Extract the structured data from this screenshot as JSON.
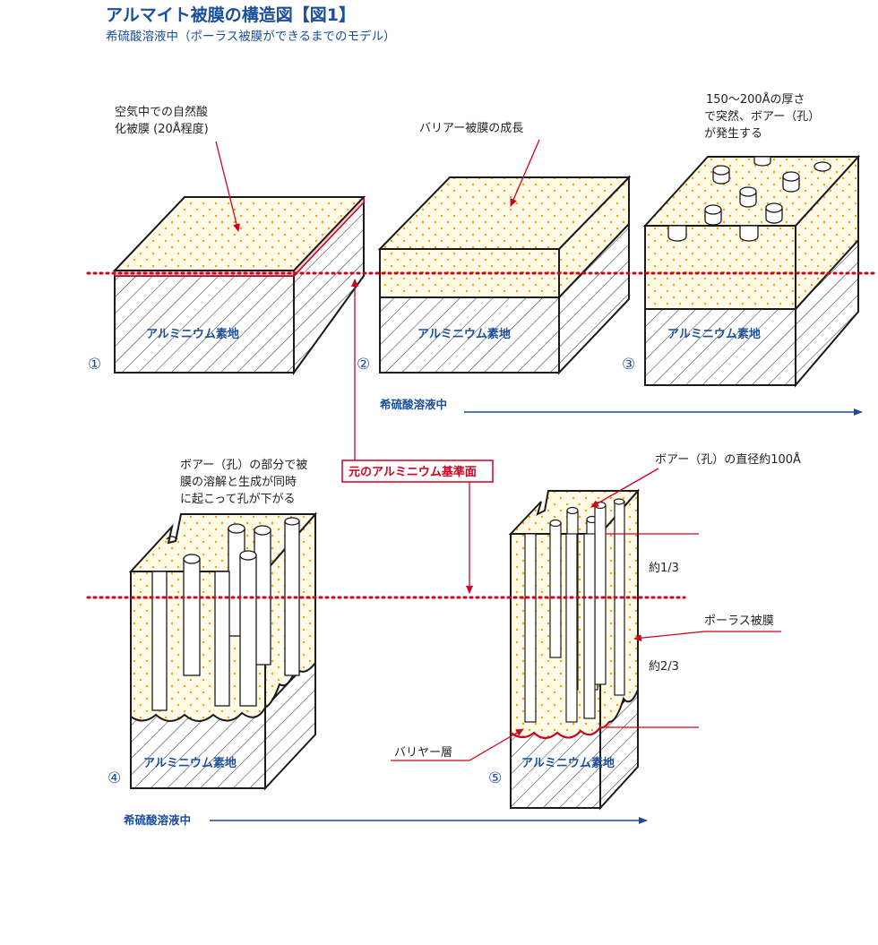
{
  "title": "アルマイト被膜の構造図【図1】",
  "subtitle": "希硫酸溶液中（ポーラス被膜ができるまでのモデル）",
  "colors": {
    "title_blue": "#1a4f9c",
    "accent_red": "#d2001f",
    "dot_orange": "#f4a300",
    "film_fill": "#fffbe6",
    "line": "#1a1a1a"
  },
  "stages": [
    {
      "number": "①",
      "base_label": "アルミニウム素地",
      "annotation_lines": [
        "空気中での自然酸",
        "化被膜 (20Å程度)"
      ]
    },
    {
      "number": "②",
      "base_label": "アルミニウム素地",
      "annotation_lines": [
        "バリアー被膜の成長"
      ]
    },
    {
      "number": "③",
      "base_label": "アルミニウム素地",
      "annotation_lines": [
        "150～200Åの厚さ",
        "で突然、ボアー（孔）",
        "が発生する"
      ]
    },
    {
      "number": "④",
      "base_label": "アルミニウム素地",
      "annotation_lines": [
        "ボアー（孔）の部分で被",
        "膜の溶解と生成が同時",
        "に起こって孔が下がる"
      ]
    },
    {
      "number": "⑤",
      "base_label": "アルミニウム素地",
      "annotation_lines": [
        "ボアー（孔）の直径約100Å"
      ]
    }
  ],
  "flow_labels": [
    "希硫酸溶液中",
    "希硫酸溶液中"
  ],
  "reference_plane_label": "元のアルミニウム基準面",
  "stage5_labels": {
    "upper_ratio": "約1/3",
    "lower_ratio": "約2/3",
    "porous_film": "ポーラス被膜",
    "barrier_layer": "バリヤー層"
  },
  "icons": [
    "arrow-right-icon"
  ]
}
